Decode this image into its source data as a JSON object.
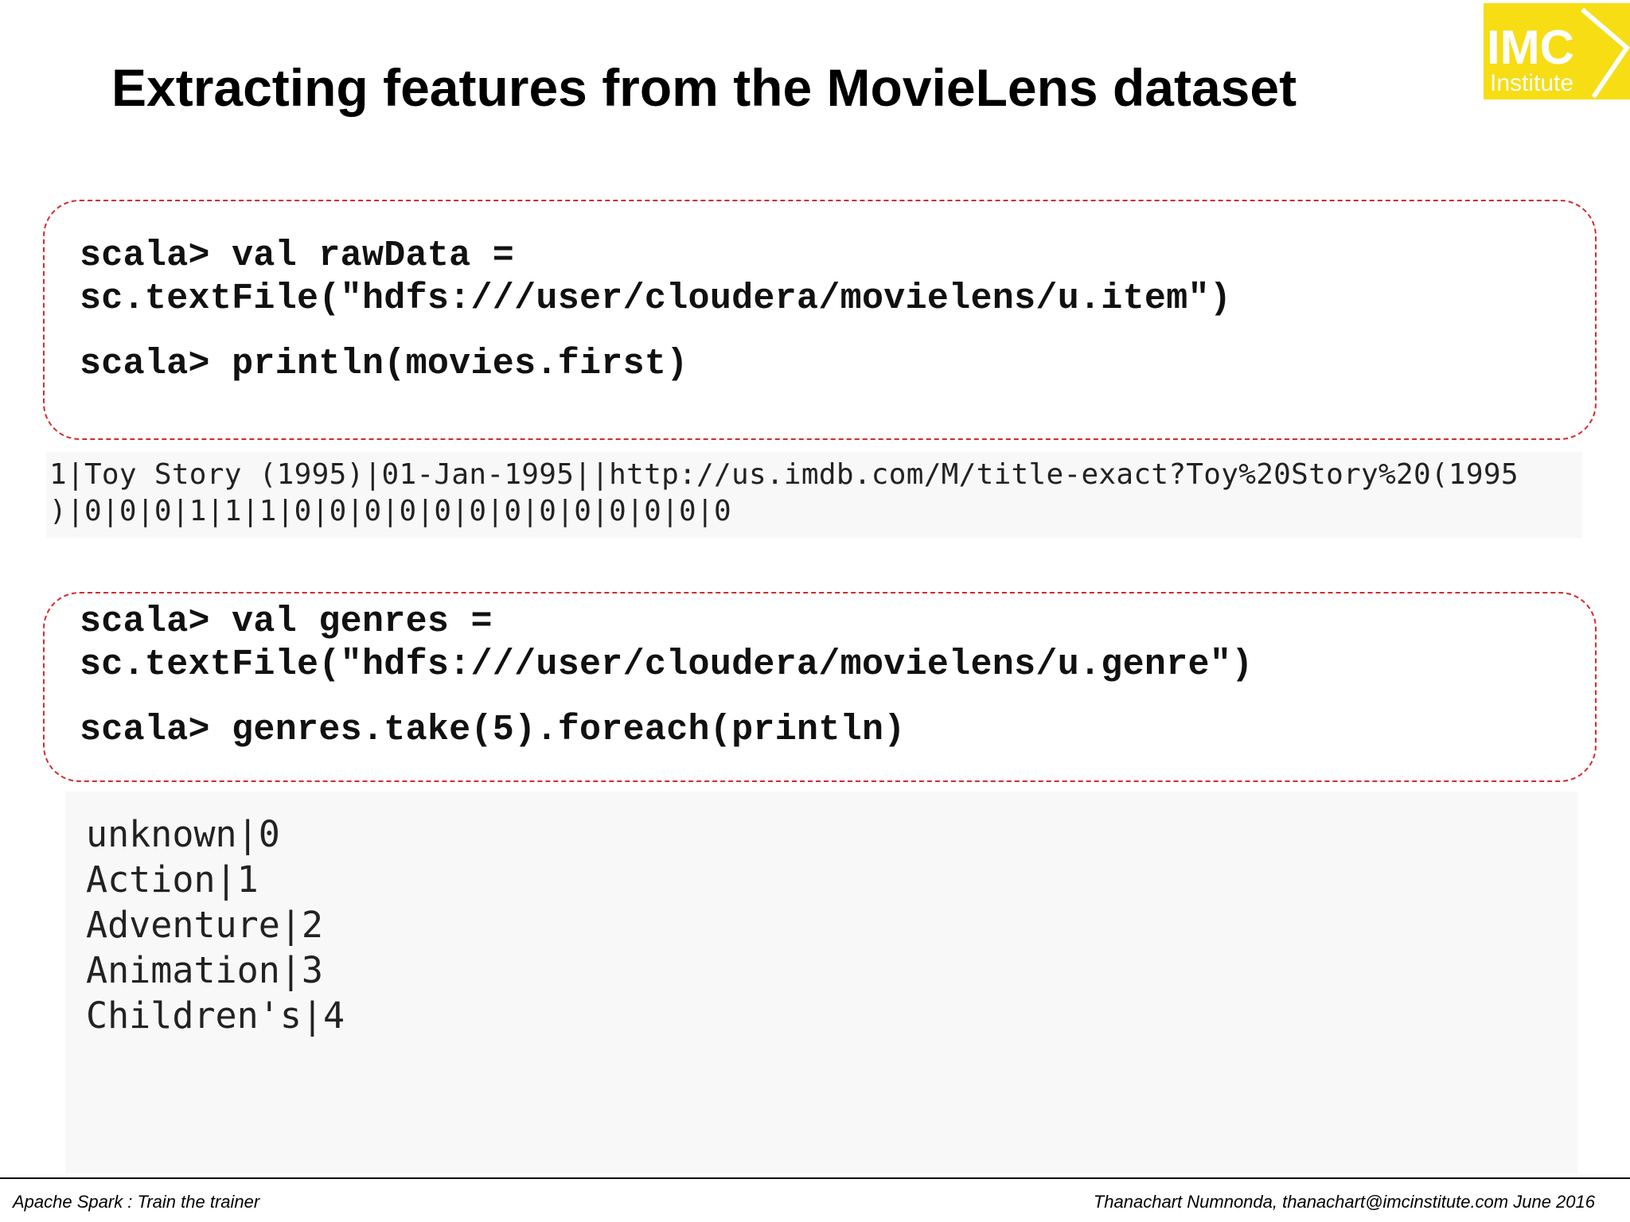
{
  "slide": {
    "title": "Extracting features from the MovieLens dataset"
  },
  "logo": {
    "text_top": "IMC",
    "text_bottom": "Institute",
    "background_color": "#f6dd14",
    "text_color": "#ffffff"
  },
  "code_block_1": {
    "lines": [
      "scala> val rawData =",
      "sc.textFile(\"hdfs:///user/cloudera/movielens/u.item\")",
      "scala> println(movies.first)"
    ]
  },
  "item_output": {
    "lines": [
      "1|Toy Story (1995)|01-Jan-1995||http://us.imdb.com/M/title-exact?Toy%20Story%20(1995",
      ")|0|0|0|1|1|1|0|0|0|0|0|0|0|0|0|0|0|0|0"
    ]
  },
  "code_block_2": {
    "lines": [
      "scala> val genres =",
      "sc.textFile(\"hdfs:///user/cloudera/movielens/u.genre\")",
      "scala> genres.take(5).foreach(println)"
    ]
  },
  "genre_output": {
    "lines": [
      "unknown|0",
      "Action|1",
      "Adventure|2",
      "Animation|3",
      "Children's|4"
    ]
  },
  "footer": {
    "left": "Apache Spark : Train the trainer",
    "right": "Thanachart Numnonda,  thanachart@imcinstitute.com  June 2016"
  },
  "colors": {
    "dashed_border": "#d9272e",
    "logo_yellow": "#f6dd14"
  }
}
